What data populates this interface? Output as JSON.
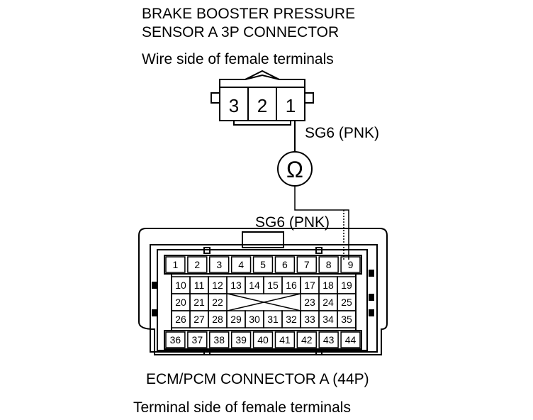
{
  "sensor_title": [
    "BRAKE BOOSTER PRESSURE",
    "SENSOR A 3P CONNECTOR"
  ],
  "sensor_view": "Wire side of female terminals",
  "sensor_pins": [
    "3",
    "2",
    "1"
  ],
  "wire_upper": "SG6 (PNK)",
  "meter_symbol": "Ω",
  "wire_lower": "SG6 (PNK)",
  "ecm_title": "ECM/PCM CONNECTOR A (44P)",
  "ecm_view": "Terminal side of female terminals",
  "ecm_rows": {
    "row1": [
      "1",
      "2",
      "3",
      "4",
      "5",
      "6",
      "7",
      "8",
      "9"
    ],
    "row2": [
      "10",
      "11",
      "12",
      "13",
      "14",
      "15",
      "16",
      "17",
      "18",
      "19"
    ],
    "row3_left": [
      "20",
      "21",
      "22"
    ],
    "row3_right": [
      "23",
      "24",
      "25"
    ],
    "row4": [
      "26",
      "27",
      "28",
      "29",
      "30",
      "31",
      "32",
      "33",
      "34",
      "35"
    ],
    "row5": [
      "36",
      "37",
      "38",
      "39",
      "40",
      "41",
      "42",
      "43",
      "44"
    ]
  }
}
